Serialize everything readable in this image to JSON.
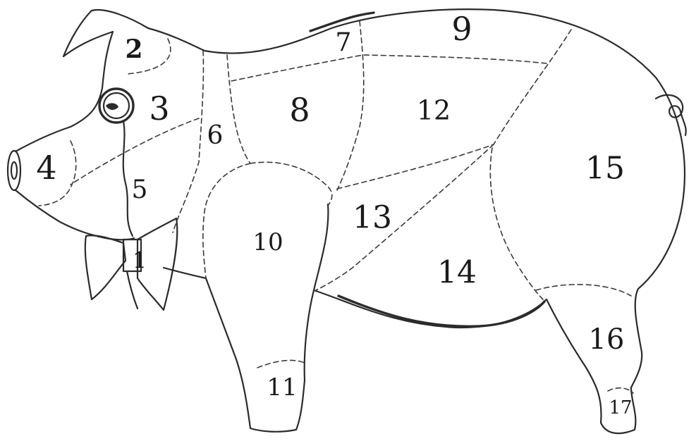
{
  "regions": [
    {
      "id": "r1",
      "label": "1"
    },
    {
      "id": "r2",
      "label": "2"
    },
    {
      "id": "r3",
      "label": "3"
    },
    {
      "id": "r4",
      "label": "4"
    },
    {
      "id": "r5",
      "label": "5"
    },
    {
      "id": "r6",
      "label": "6"
    },
    {
      "id": "r7",
      "label": "7"
    },
    {
      "id": "r8",
      "label": "8"
    },
    {
      "id": "r9",
      "label": "9"
    },
    {
      "id": "r10",
      "label": "10"
    },
    {
      "id": "r11",
      "label": "11"
    },
    {
      "id": "r12",
      "label": "12"
    },
    {
      "id": "r13",
      "label": "13"
    },
    {
      "id": "r14",
      "label": "14"
    },
    {
      "id": "r15",
      "label": "15"
    },
    {
      "id": "r16",
      "label": "16"
    },
    {
      "id": "r17",
      "label": "17"
    }
  ]
}
